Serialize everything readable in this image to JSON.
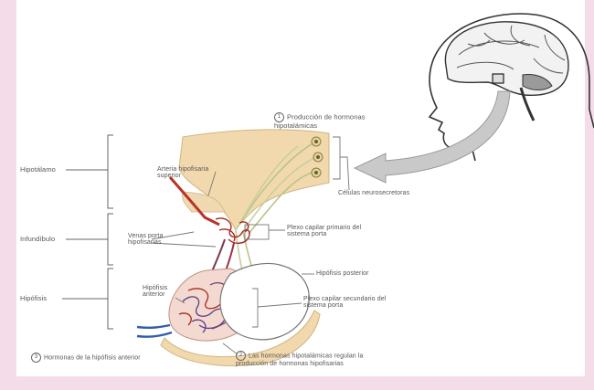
{
  "diagram": {
    "regions": {
      "hypothalamus": "Hipotálamo",
      "infundibulum": "Infundíbulo",
      "pituitary": "Hipófisis"
    },
    "labels": {
      "step1_num": "1",
      "step1": "Producción de hormonas hipotalámicas",
      "superior_artery": "Arteria hipofisaria superior",
      "neurosecretory_cells": "Células neurosecretoras",
      "primary_plexus": "Plexo capilar primario del sistema porta",
      "portal_veins": "Venas porta hipofisarias",
      "posterior_pituitary": "Hipófisis posterior",
      "anterior_pituitary": "Hipófisis anterior",
      "secondary_plexus": "Plexo capilar secundario del sistema porta",
      "step2_num": "2",
      "step2": "Las hormonas hipotalámicas regulan la producción de hormonas hipofisarias",
      "step3_num": "3",
      "step3": "Hormonas de la hipófisis anterior"
    }
  }
}
